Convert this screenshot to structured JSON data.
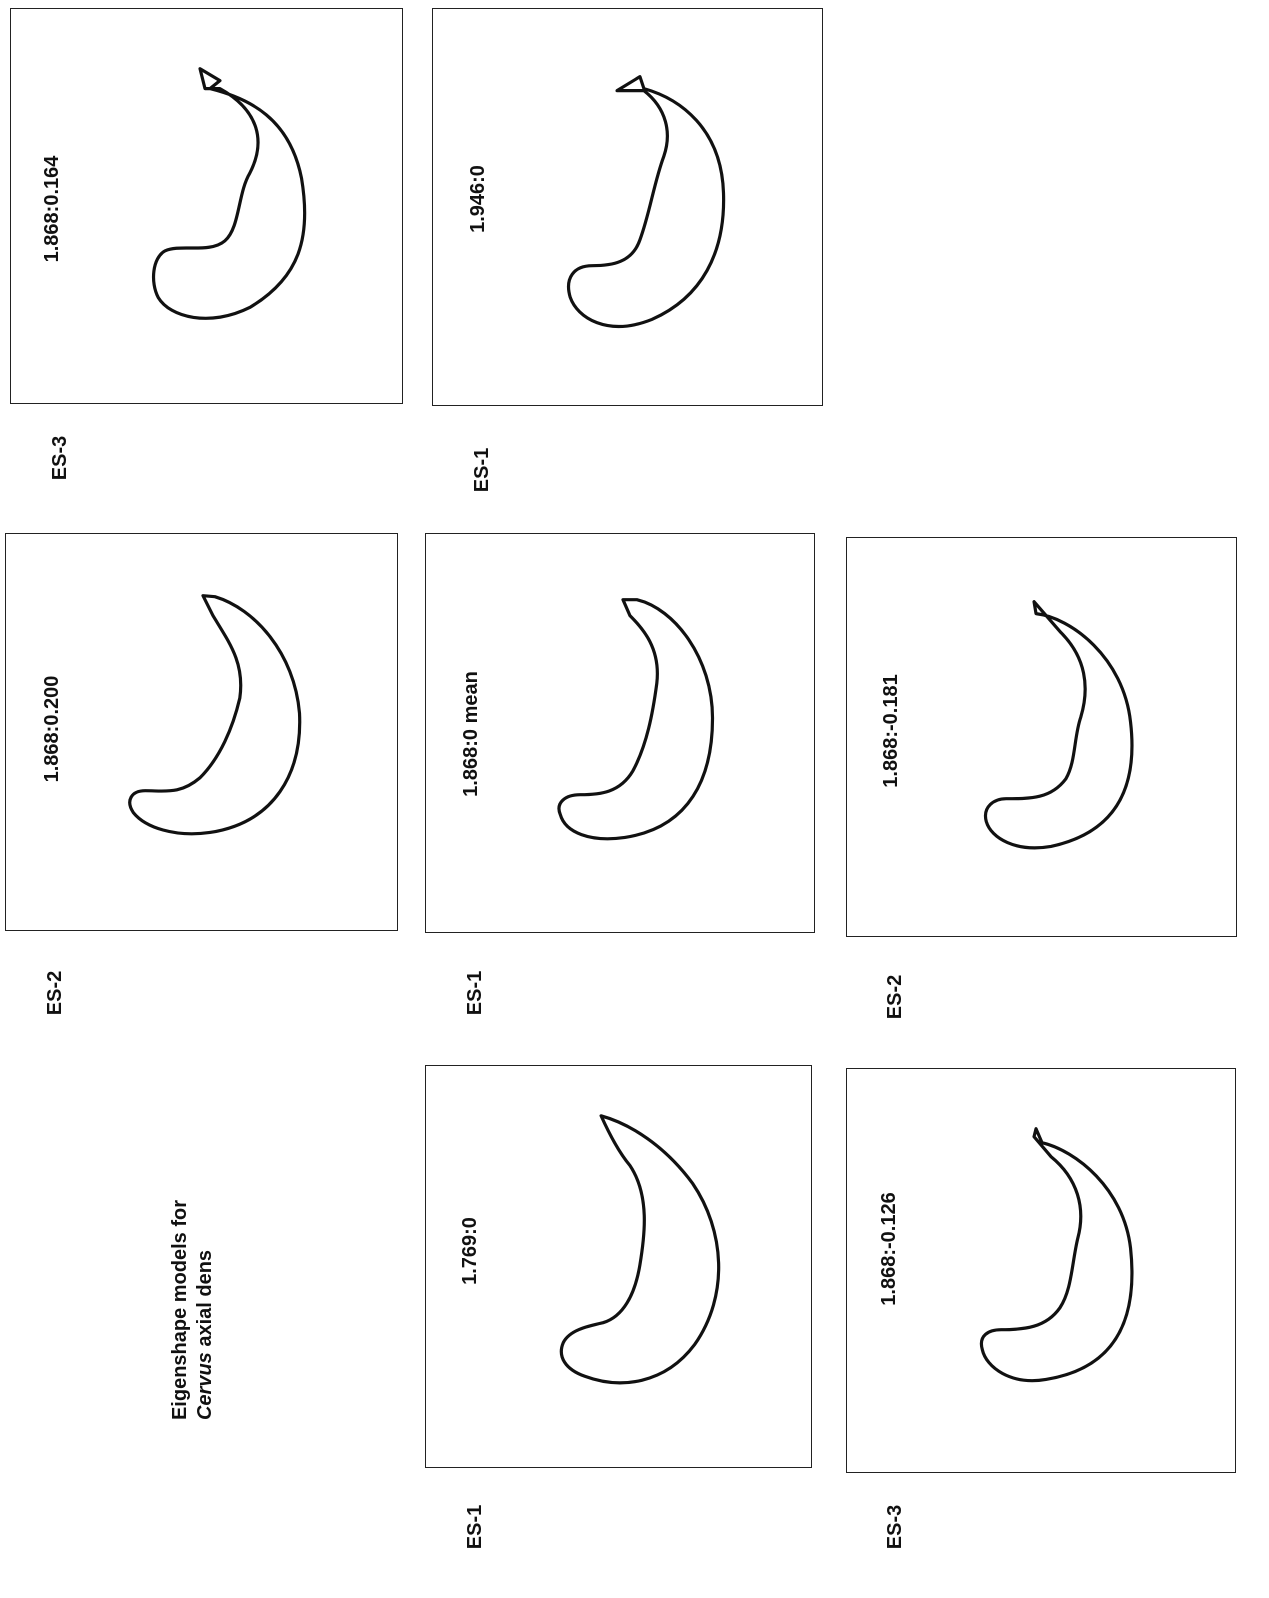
{
  "title": {
    "line1": "Eigenshape models for",
    "line2_italic": "Cervus",
    "line2_rest": " axial dens"
  },
  "panels": [
    {
      "es_label": "ES-3",
      "value_label": "1.868:0.164"
    },
    {
      "es_label": "ES-1",
      "value_label": "1.946:0"
    },
    {
      "es_label": "ES-2",
      "value_label": "1.868:0.200"
    },
    {
      "es_label": "ES-1",
      "value_label": "1.868:0  mean"
    },
    {
      "es_label": "ES-2",
      "value_label": "1.868:-0.181"
    },
    {
      "es_label": "ES-1",
      "value_label": "1.769:0"
    },
    {
      "es_label": "ES-3",
      "value_label": "1.868:-0.126"
    }
  ]
}
